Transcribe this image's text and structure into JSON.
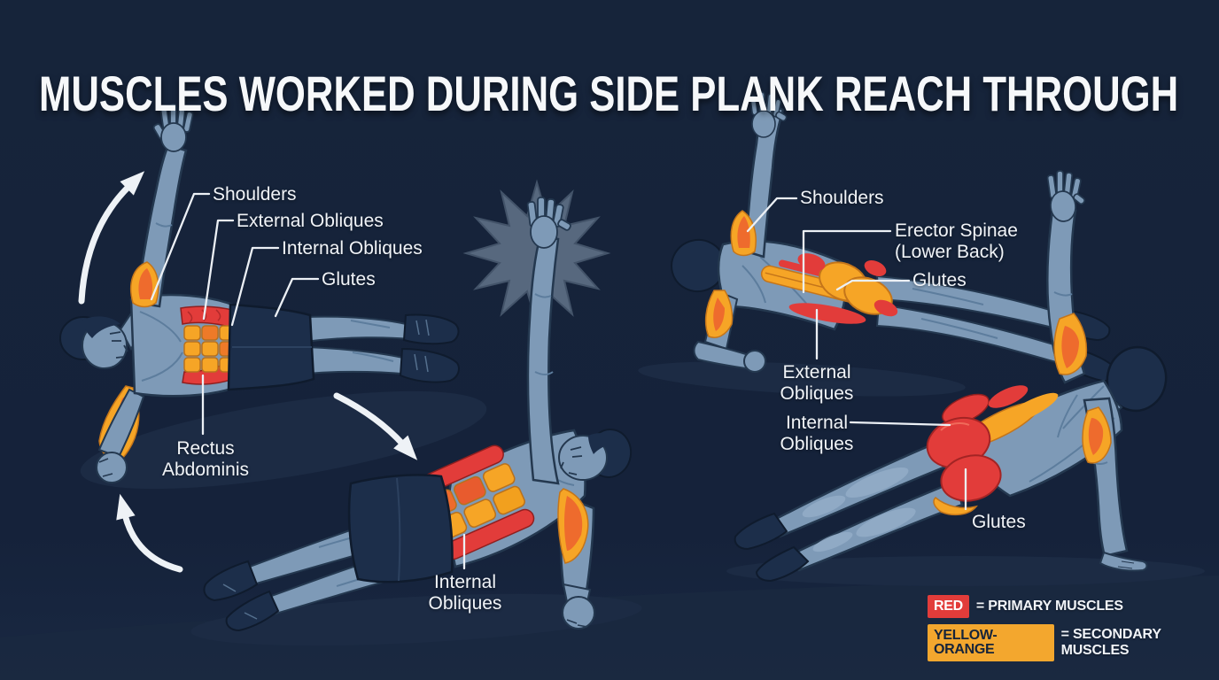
{
  "title": "MUSCLES WORKED DURING SIDE PLANK REACH THROUGH",
  "labels": {
    "left_shoulders": "Shoulders",
    "left_external_obliques": "External Obliques",
    "left_internal_obliques": "Internal Obliques",
    "left_glutes": "Glutes",
    "left_rectus_line1": "Rectus",
    "left_rectus_line2": "Abdominis",
    "mid_internal_line1": "Internal",
    "mid_internal_line2": "Obliques",
    "right_shoulders": "Shoulders",
    "right_erector_line1": "Erector Spinae",
    "right_erector_line2": "(Lower Back)",
    "right_glutes_upper": "Glutes",
    "right_external_line1": "External",
    "right_external_line2": "Obliques",
    "right_internal_line1": "Internal",
    "right_internal_line2": "Obliques",
    "right_glutes_lower": "Glutes"
  },
  "legend": {
    "primary_badge": "RED",
    "primary_text": "= PRIMARY MUSCLES",
    "secondary_badge": "YELLOW-ORANGE",
    "secondary_text": "= SECONDARY MUSCLES"
  },
  "colors": {
    "background": "#16243a",
    "primary_muscle_red": "#e23c3a",
    "secondary_muscle_orange": "#f3a72e",
    "skin_blue_gray": "#7e9ab7",
    "label_white": "#f1f4f8"
  }
}
